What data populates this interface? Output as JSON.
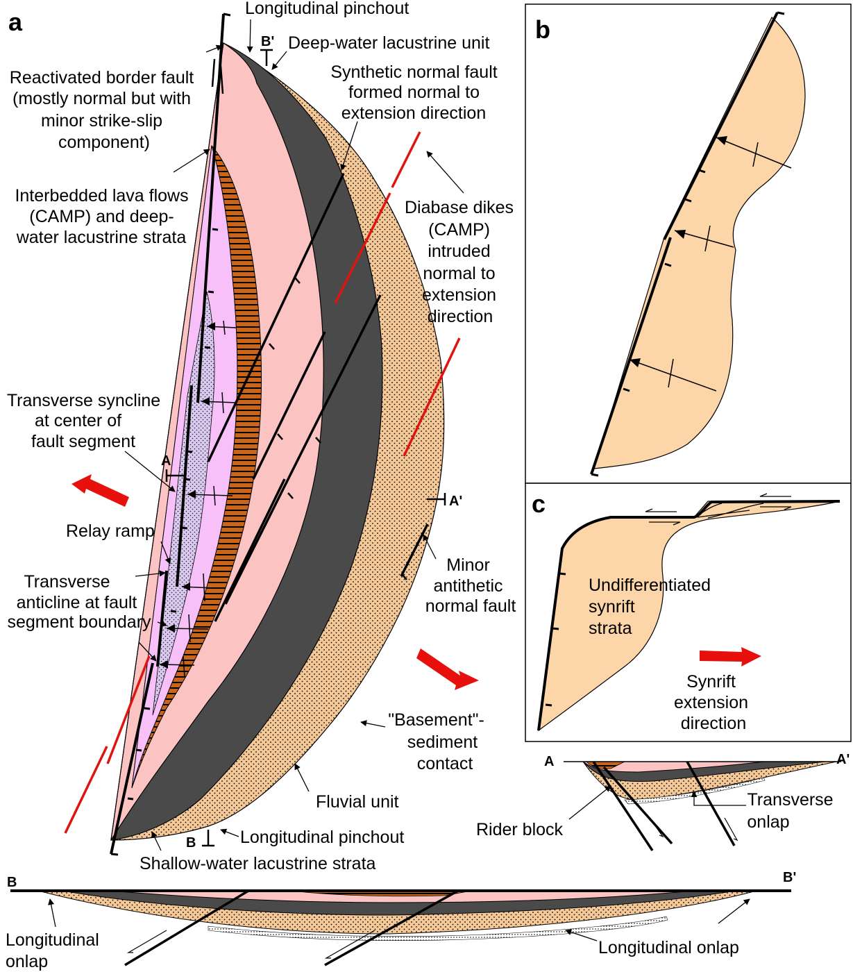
{
  "panels": {
    "a": "a",
    "b": "b",
    "c": "c"
  },
  "colors": {
    "fluvial": "#f5c898",
    "dark_lacustrine": "#4a4a4a",
    "shallow_lacustrine": "#fcc3c3",
    "lava_interbedded": "#f8c0f8",
    "brown_hatch": "#c8651b",
    "dike": "#e0140f",
    "arrow": "#e8100d",
    "panel_fill": "#fcd5a8"
  },
  "labels": {
    "longitudinal_pinchout_top": "Longitudinal pinchout",
    "b_prime_top": "B'",
    "deep_water": "Deep-water lacustrine unit",
    "border_fault": [
      "Reactivated border fault",
      "(mostly normal but with",
      "minor strike-slip",
      "component)"
    ],
    "synthetic_fault": [
      "Synthetic normal fault",
      "formed normal to",
      "extension direction"
    ],
    "interbedded": [
      "Interbedded lava flows",
      "(CAMP) and deep-",
      "water lacustrine strata"
    ],
    "dikes": [
      "Diabase dikes",
      "(CAMP)",
      "intruded",
      "normal to",
      "extension",
      "direction"
    ],
    "syncline": [
      "Transverse syncline",
      "at center of",
      "fault segment"
    ],
    "a_marker": "A",
    "a_prime_marker": "A'",
    "relay_ramp": "Relay ramp",
    "anticline": [
      "Transverse",
      "anticline at fault",
      "segment boundary"
    ],
    "antithetic": [
      "Minor",
      "antithetic",
      "normal fault"
    ],
    "basement": [
      "\"Basement\"-",
      "sediment",
      "contact"
    ],
    "fluvial": "Fluvial unit",
    "b_marker": "B",
    "longitudinal_pinchout_bottom": "Longitudinal pinchout",
    "shallow_water": "Shallow-water lacustrine strata",
    "undiff": [
      "Undifferentiated",
      "synrift",
      "strata"
    ],
    "synrift_dir": [
      "Synrift",
      "extension",
      "direction"
    ],
    "section_a": "A",
    "section_a_prime": "A'",
    "rider_block": "Rider block",
    "transverse_onlap": [
      "Transverse",
      "onlap"
    ],
    "section_b": "B",
    "section_b_prime": "B'",
    "long_onlap_left": [
      "Longitudinal",
      "onlap"
    ],
    "long_onlap_right": "Longitudinal onlap"
  }
}
